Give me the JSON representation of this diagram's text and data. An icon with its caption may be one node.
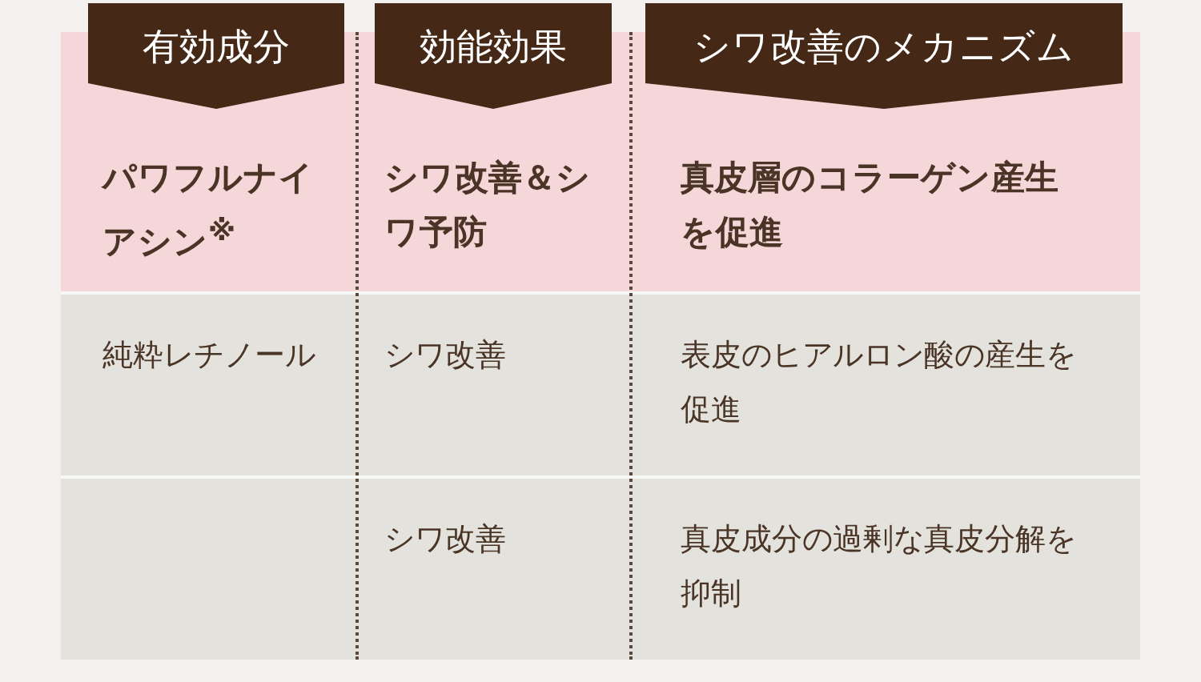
{
  "diagram": {
    "labels": [
      "有効成分",
      "効能効果",
      "シワ改善のメカニズム",
      "パワフルナイアシン$^{※}$",
      "シワ改善＆シワ予防",
      "真皮層のコラーゲン産生を促進",
      "純粋レチノール",
      "シワ改善",
      "表皮のヒアルロン酸の産生を促進",
      "シワ改善",
      "真皮成分の過剰な真皮分解を抑制"
    ]
  }
}
